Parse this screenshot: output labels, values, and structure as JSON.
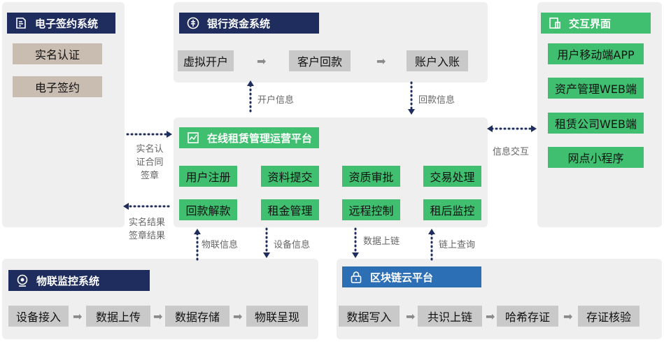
{
  "esign": {
    "title": "电子签约系统",
    "items": [
      "实名认证",
      "电子签约"
    ]
  },
  "bank": {
    "title": "银行资金系统",
    "items": [
      "虚拟开户",
      "客户回款",
      "账户入账"
    ]
  },
  "ui": {
    "title": "交互界面",
    "items": [
      "用户移动端APP",
      "资产管理WEB端",
      "租赁公司WEB端",
      "网点小程序"
    ]
  },
  "platform": {
    "title": "在线租赁管理运营平台",
    "items": [
      "用户注册",
      "资料提交",
      "资质审批",
      "交易处理",
      "回款解款",
      "租金管理",
      "远程控制",
      "租后监控"
    ]
  },
  "iot": {
    "title": "物联监控系统",
    "items": [
      "设备接入",
      "数据上传",
      "数据存储",
      "物联呈现"
    ]
  },
  "chain": {
    "title": "区块链云平台",
    "items": [
      "数据写入",
      "共识上链",
      "哈希存证",
      "存证核验"
    ]
  },
  "flows": {
    "open_account": "开户信息",
    "payment": "回款信息",
    "info_exchange": "信息交互",
    "esign_req_1": "实名认",
    "esign_req_2": "证合同",
    "esign_req_3": "签章",
    "esign_res_1": "实名结果",
    "esign_res_2": "签章结果",
    "iot_info": "物联信息",
    "device_info": "设备信息",
    "data_onchain": "数据上链",
    "chain_query": "链上查询"
  },
  "colors": {
    "navy": "#1e2c5e",
    "blue": "#2d6fb5",
    "green": "#3fbf6f",
    "gray_box": "#c9c9c9",
    "tan_box": "#c9bcb1",
    "panel": "#efefef"
  }
}
